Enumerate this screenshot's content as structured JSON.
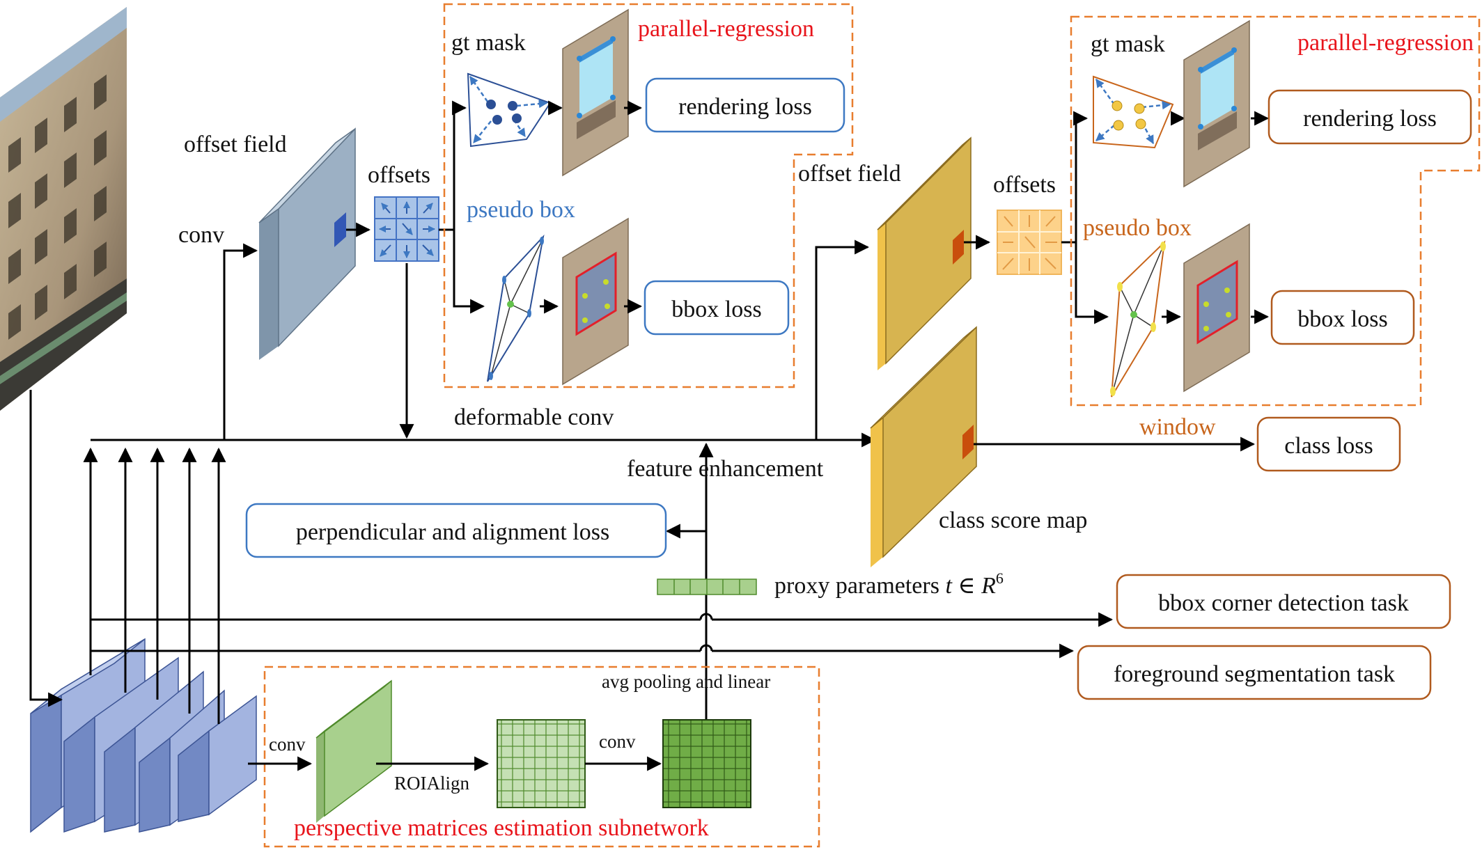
{
  "colors": {
    "red_text": "#e8141b",
    "orange_text": "#c8651b",
    "blue_text": "#3d78c2",
    "orange_dash": "#e87d2e",
    "blue_box_border": "#3d78c2",
    "orange_box_border": "#b05a1e",
    "backbone_fill": "#90a6d9",
    "offset_field_blue": "#9cb0c4",
    "offset_field_yellow": "#d7b450",
    "green_fill": "#a8d08d"
  },
  "backbone": {
    "conv": "conv",
    "offset_field": "offset field",
    "offsets": "offsets",
    "deformable_conv": "deformable conv"
  },
  "branch1": {
    "parallel_regression": "parallel-regression",
    "gt_mask": "gt mask",
    "pseudo_box": "pseudo box",
    "rendering_loss": "rendering loss",
    "bbox_loss": "bbox loss"
  },
  "branch2": {
    "offset_field": "offset field",
    "offsets": "offsets",
    "parallel_regression": "parallel-regression",
    "gt_mask": "gt mask",
    "pseudo_box": "pseudo box",
    "rendering_loss": "rendering loss",
    "bbox_loss": "bbox loss",
    "window": "window",
    "class_loss": "class loss",
    "class_score_map": "class score map"
  },
  "middle": {
    "feature_enhancement": "feature enhancement",
    "perpendicular_loss": "perpendicular and alignment loss",
    "proxy_parameters": "proxy parameters",
    "proxy_math": "t ∈ R",
    "proxy_exp": "6",
    "bbox_corner_task": "bbox corner detection task",
    "foreground_task": "foreground segmentation task"
  },
  "subnetwork": {
    "title": "perspective matrices estimation subnetwork",
    "conv1": "conv",
    "roialign": "ROIAlign",
    "conv2": "conv",
    "avg_pooling": "avg pooling and linear"
  }
}
